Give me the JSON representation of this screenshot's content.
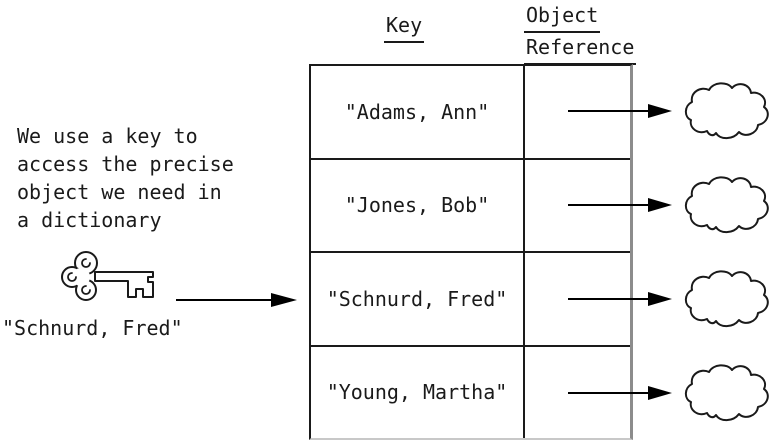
{
  "caption": {
    "text": "We use a key to\naccess the precise\nobject we need in\na dictionary"
  },
  "key_pointer": {
    "icon": "skeleton-key-icon",
    "label": "\"Schnurd, Fred\""
  },
  "table": {
    "headers": {
      "key": "Key",
      "object_reference": [
        "Object",
        "Reference"
      ]
    },
    "rows": [
      {
        "key": "\"Adams, Ann\""
      },
      {
        "key": "\"Jones, Bob\""
      },
      {
        "key": "\"Schnurd, Fred\""
      },
      {
        "key": "\"Young, Martha\""
      }
    ]
  },
  "icons": {
    "cloud": "object-cloud-icon",
    "arrow": "reference-arrow-icon",
    "key": "skeleton-key-icon"
  },
  "colors": {
    "line": "#000000",
    "text": "#1a1a1a",
    "table_border_dark": "#1a1a1a",
    "table_border_light": "#8c8c8c",
    "background": "#ffffff"
  }
}
